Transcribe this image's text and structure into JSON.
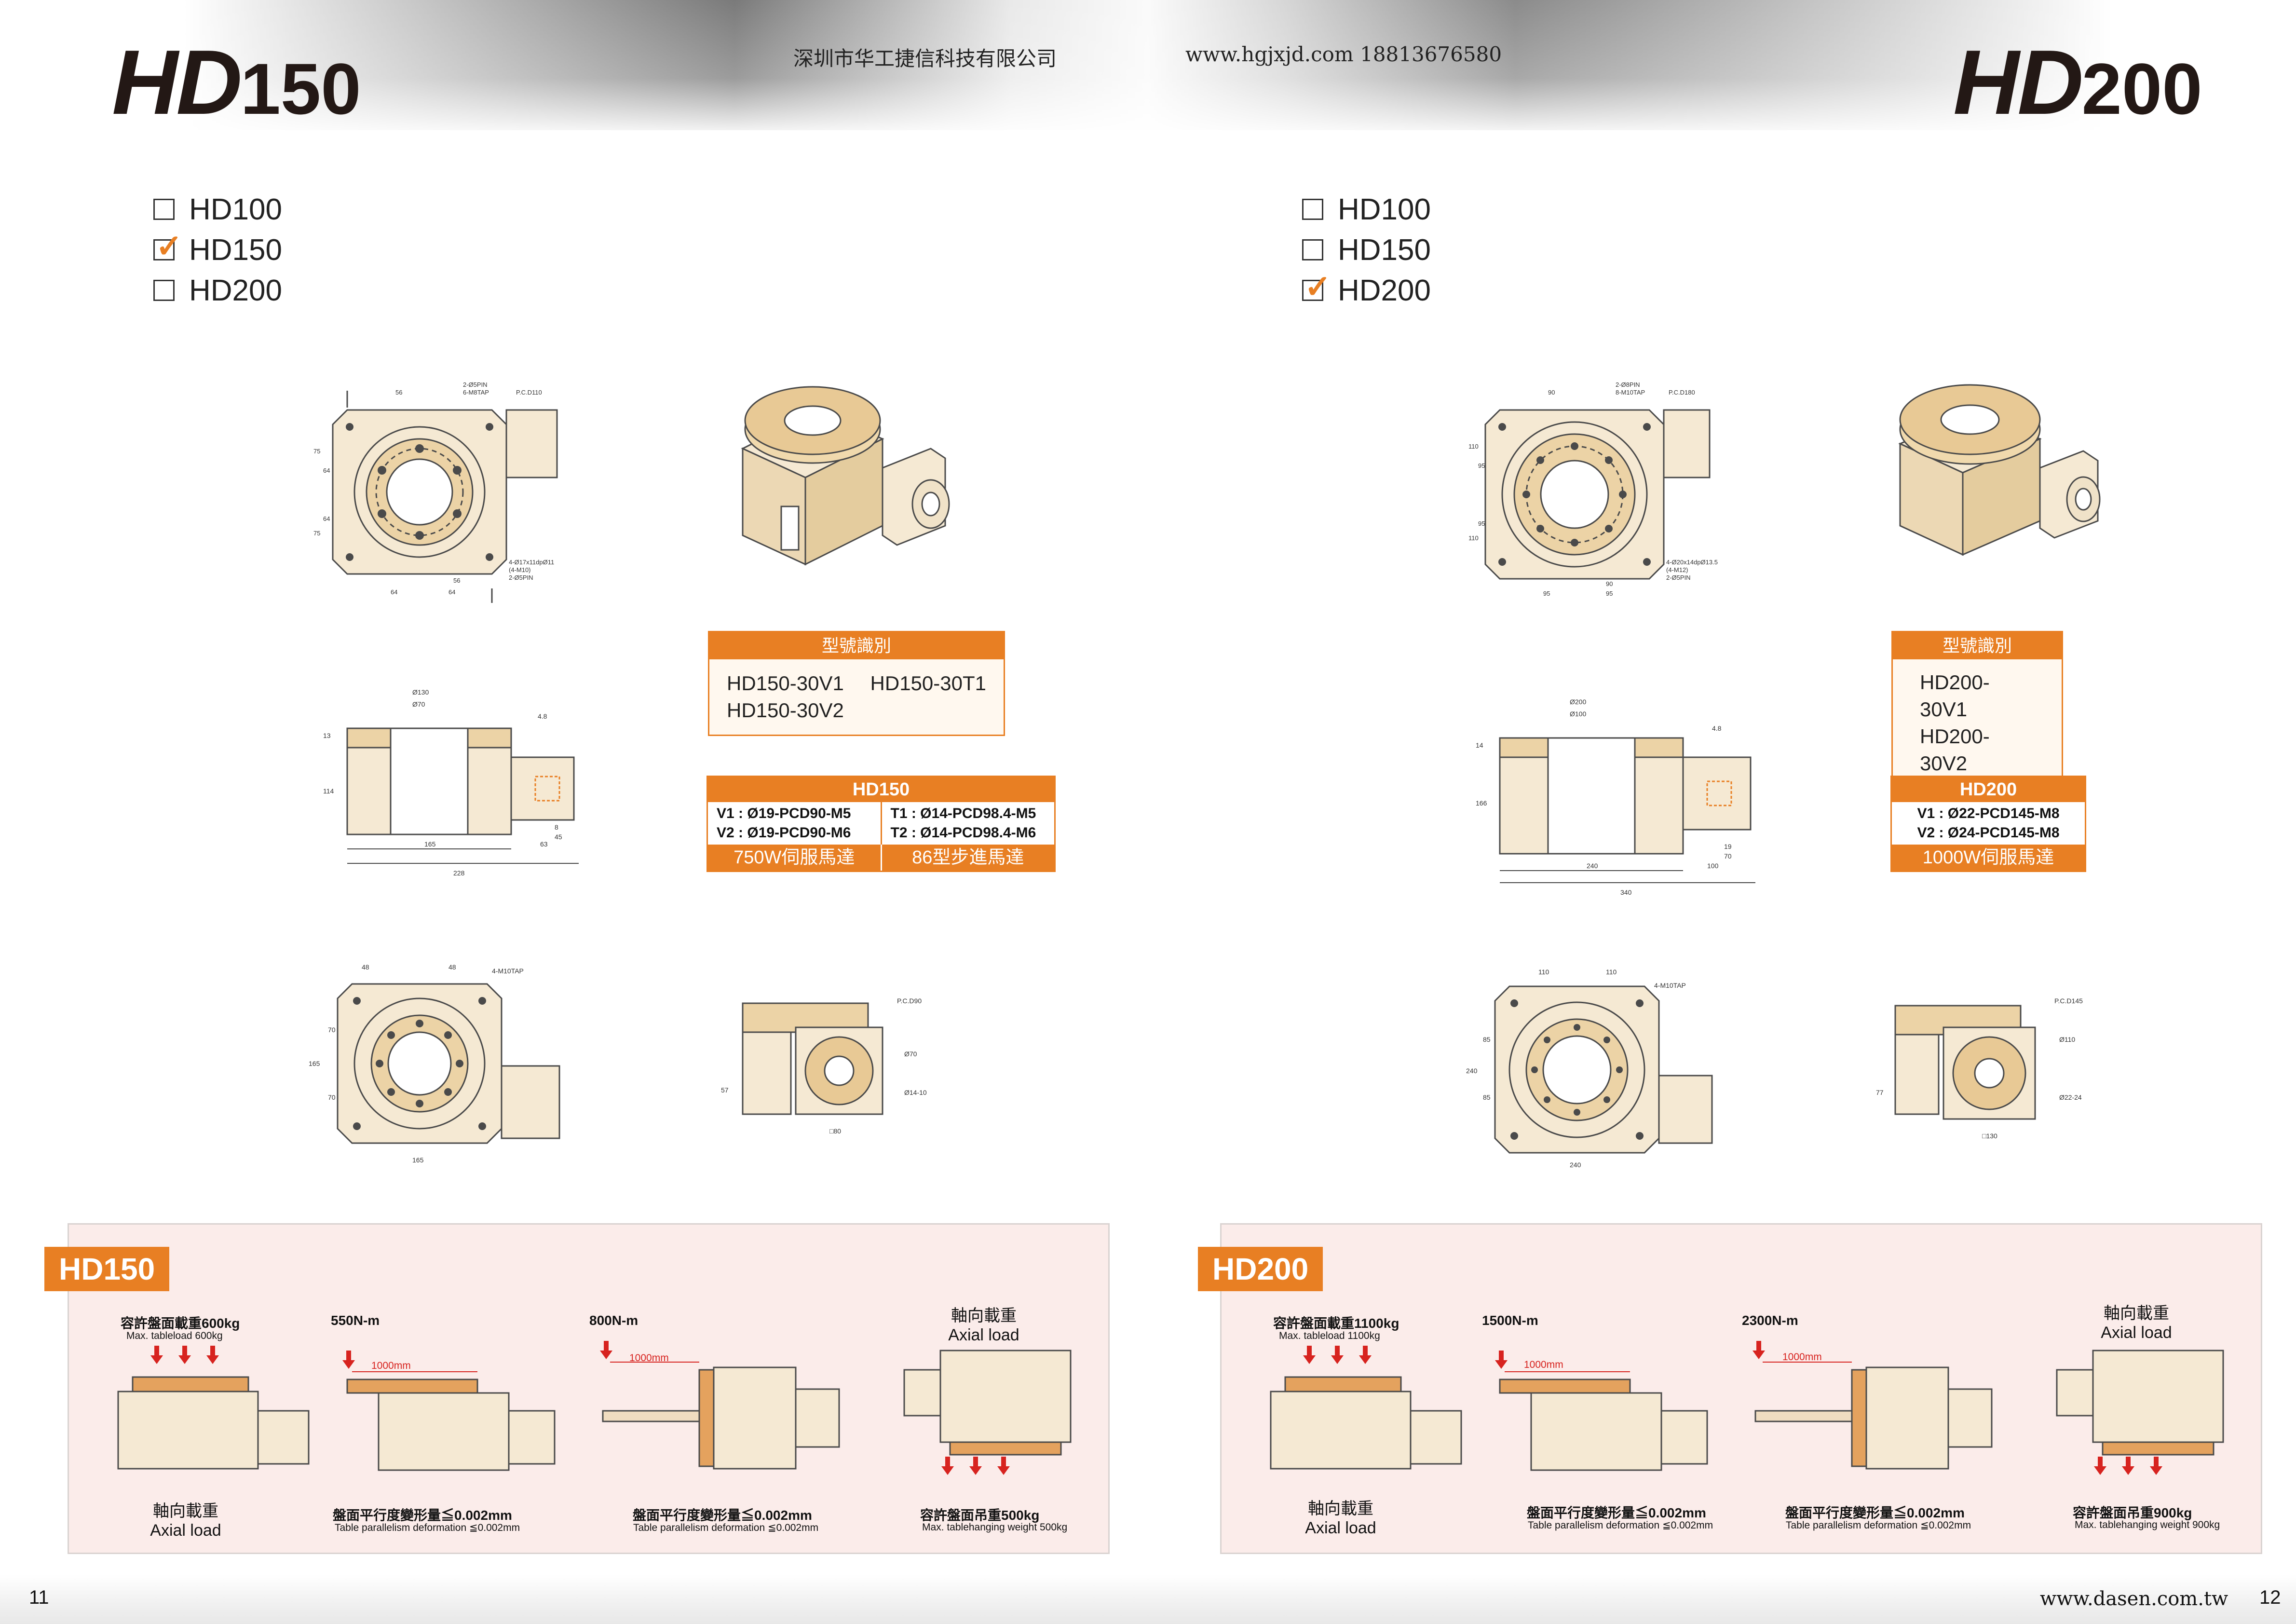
{
  "header": {
    "left_title_prefix": "HD",
    "left_title_number": "150",
    "right_title_prefix": "HD",
    "right_title_number": "200",
    "company": "深圳市华工捷信科技有限公司",
    "website_phone": "www.hgjxjd.com  18813676580"
  },
  "left": {
    "model_options": [
      {
        "label": "HD100",
        "checked": false
      },
      {
        "label": "HD150",
        "checked": true
      },
      {
        "label": "HD200",
        "checked": false
      }
    ],
    "model_id": {
      "header": "型號識別",
      "codes": [
        "HD150-30V1",
        "HD150-30T1",
        "HD150-30V2"
      ]
    },
    "motor": {
      "title": "HD150",
      "v1": "V1 : Ø19-PCD90-M5",
      "v2": "V2 : Ø19-PCD90-M6",
      "t1": "T1 : Ø14-PCD98.4-M5",
      "t2": "T2 : Ø14-PCD98.4-M6",
      "servo": "750W伺服馬達",
      "stepper": "86型步進馬達"
    },
    "top_view": {
      "dims": [
        "56",
        "2-Ø5PIN",
        "6-M8TAP",
        "P.C.D110",
        "75",
        "64",
        "64",
        "75",
        "4-Ø17x11dpØ11",
        "(4-M10)",
        "2-Ø5PIN",
        "56",
        "64",
        "64"
      ]
    },
    "side_view": {
      "dims": [
        "Ø130",
        "Ø70",
        "13",
        "4.8",
        "114",
        "8",
        "45",
        "165",
        "63",
        "228"
      ]
    },
    "bottom_view": {
      "dims": [
        "48",
        "48",
        "4-M10TAP",
        "165",
        "70",
        "70",
        "165"
      ]
    },
    "motor_view": {
      "dims": [
        "P.C.D90",
        "Ø70",
        "Ø14-10",
        "57",
        "□80"
      ]
    },
    "performance": {
      "tag": "HD150",
      "load_cn": "容許盤面載重600kg",
      "load_en": "Max. tableload 600kg",
      "axial_cn": "軸向載重",
      "axial_en": "Axial load",
      "moment1": "550N-m",
      "moment2": "800N-m",
      "dist": "1000mm",
      "parallel_cn": "盤面平行度變形量≦0.002mm",
      "parallel_en": "Table parallelism deformation ≦0.002mm",
      "hang_cn": "容許盤面吊重500kg",
      "hang_en": "Max. tablehanging weight 500kg"
    },
    "page_number": "11"
  },
  "right": {
    "model_options": [
      {
        "label": "HD100",
        "checked": false
      },
      {
        "label": "HD150",
        "checked": false
      },
      {
        "label": "HD200",
        "checked": true
      }
    ],
    "model_id": {
      "header": "型號識別",
      "codes": [
        "HD200-30V1",
        "HD200-30V2"
      ]
    },
    "motor": {
      "title": "HD200",
      "v1": "V1 : Ø22-PCD145-M8",
      "v2": "V2 : Ø24-PCD145-M8",
      "servo": "1000W伺服馬達"
    },
    "top_view": {
      "dims": [
        "90",
        "2-Ø8PIN",
        "8-M10TAP",
        "P.C.D180",
        "110",
        "95",
        "95",
        "110",
        "4-Ø20x14dpØ13.5",
        "(4-M12)",
        "2-Ø5PIN",
        "90",
        "95",
        "95"
      ]
    },
    "side_view": {
      "dims": [
        "Ø200",
        "Ø100",
        "14",
        "4.8",
        "166",
        "19",
        "70",
        "240",
        "100",
        "340"
      ]
    },
    "bottom_view": {
      "dims": [
        "110",
        "110",
        "4-M10TAP",
        "240",
        "85",
        "85",
        "240"
      ]
    },
    "motor_view": {
      "dims": [
        "P.C.D145",
        "Ø110",
        "Ø22-24",
        "77",
        "□130"
      ]
    },
    "performance": {
      "tag": "HD200",
      "load_cn": "容許盤面載重1100kg",
      "load_en": "Max. tableload 1100kg",
      "axial_cn": "軸向載重",
      "axial_en": "Axial load",
      "moment1": "1500N-m",
      "moment2": "2300N-m",
      "dist": "1000mm",
      "parallel_cn": "盤面平行度變形量≦0.002mm",
      "parallel_en": "Table parallelism deformation ≦0.002mm",
      "hang_cn": "容許盤面吊重900kg",
      "hang_en": "Max. tablehanging weight 900kg"
    },
    "page_number": "12"
  },
  "footer": {
    "website": "www.dasen.com.tw"
  },
  "colors": {
    "accent": "#e87f23",
    "body": "#f5e9d3",
    "line": "#4a4a4a",
    "panel": "#fbecea",
    "arrow": "#d7231f"
  }
}
